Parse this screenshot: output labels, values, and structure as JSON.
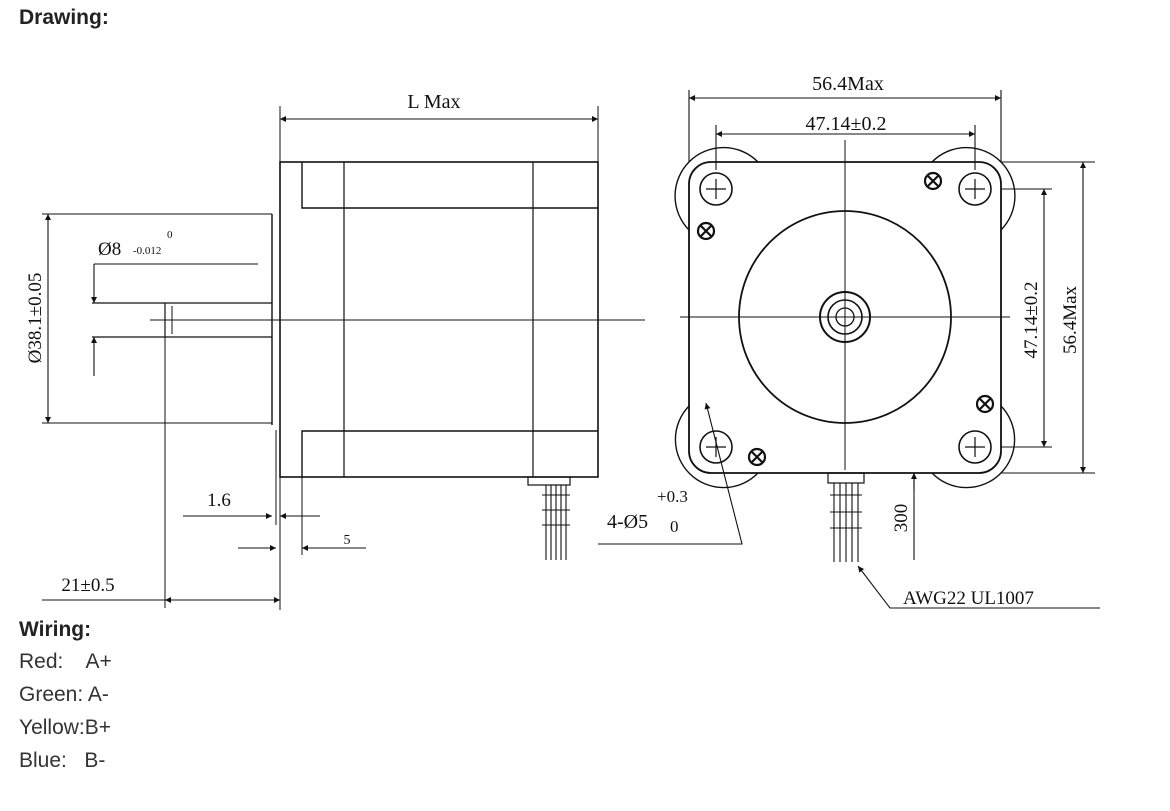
{
  "headings": {
    "drawing": "Drawing:",
    "wiring": "Wiring:"
  },
  "dimensions": {
    "l_max": "L Max",
    "width_top": "56.4Max",
    "hole_pitch_top": "47.14±0.2",
    "hole_pitch_side": "47.14±0.2",
    "height_side": "56.4Max",
    "shaft_dia": "Ø8",
    "shaft_tol_upper": "0",
    "shaft_tol_lower": "-0.012",
    "pilot_dia": "Ø38.1±0.05",
    "flange_offset": "1.6",
    "pilot_depth": "5",
    "shaft_length": "21±0.5",
    "hole_spec": "4-Ø5",
    "hole_tol_upper": "+0.3",
    "hole_tol_lower": "0",
    "lead_length": "300",
    "wire_spec": "AWG22 UL1007"
  },
  "wiring": [
    {
      "color": "Red:",
      "signal": "A+"
    },
    {
      "color": "Green:",
      "signal": "A-"
    },
    {
      "color": "Yellow:",
      "signal": "B+"
    },
    {
      "color": "Blue:",
      "signal": "B-"
    }
  ]
}
